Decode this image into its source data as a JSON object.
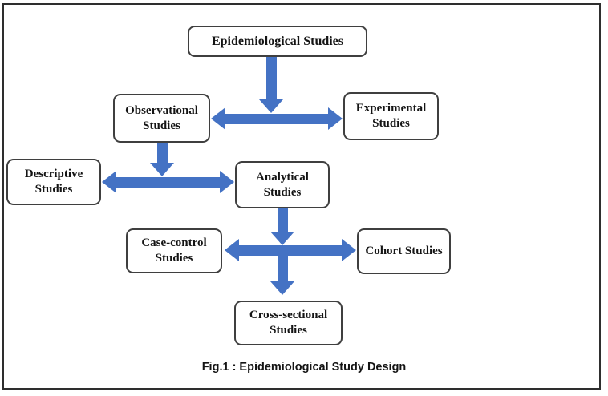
{
  "figure": {
    "caption": "Fig.1 : Epidemiological Study Design",
    "nodes": {
      "epidemiological": "Epidemiological Studies",
      "observational": "Observational Studies",
      "experimental": "Experimental Studies",
      "descriptive": "Descriptive Studies",
      "analytical": "Analytical Studies",
      "case_control": "Case-control Studies",
      "cohort": "Cohort Studies",
      "cross_sectional": "Cross-sectional Studies"
    },
    "colors": {
      "arrow": "#4472C4",
      "box_border": "#3f3f3f",
      "frame_border": "#2e2e2e",
      "text": "#141414"
    }
  }
}
